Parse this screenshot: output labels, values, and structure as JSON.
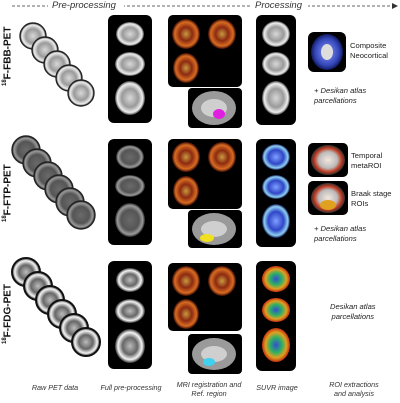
{
  "headers": {
    "pre_processing": "Pre-processing",
    "processing": "Processing"
  },
  "rows": [
    {
      "tracer_sup": "18",
      "tracer": "F-FBB-PET",
      "roi": {
        "label_1": "Composite",
        "label_2": "Neocortical"
      },
      "atlas_note_1": "+ Desikan atlas",
      "atlas_note_2": "parcellations"
    },
    {
      "tracer_sup": "18",
      "tracer": "F-FTP-PET",
      "roi_a": {
        "label_1": "Temporal",
        "label_2": "metaROI"
      },
      "roi_b": {
        "label_1": "Braak stage",
        "label_2": "ROIs"
      },
      "atlas_note_1": "+ Desikan atlas",
      "atlas_note_2": "parcellations"
    },
    {
      "tracer_sup": "18",
      "tracer": "F-FDG-PET",
      "atlas_note_1": "Desikan atlas",
      "atlas_note_2": "parcellations"
    }
  ],
  "columns": [
    {
      "label": "Raw PET data"
    },
    {
      "label": "Full pre-processing"
    },
    {
      "label_1": "MRI registration and",
      "label_2": "Ref. region"
    },
    {
      "label": "SUVR image"
    },
    {
      "label_1": "ROI extractions",
      "label_2": "and analysis"
    }
  ],
  "colors": {
    "background": "#ffffff",
    "panel": "#000000",
    "mri_overlay": "#b23a1e",
    "suvr_blue": "#2f46c8",
    "suvr_warm": "#e0a020",
    "ref_fbb": "#e020e0",
    "ref_ftp": "#f0e020",
    "ref_fdg": "#40d0f0"
  }
}
